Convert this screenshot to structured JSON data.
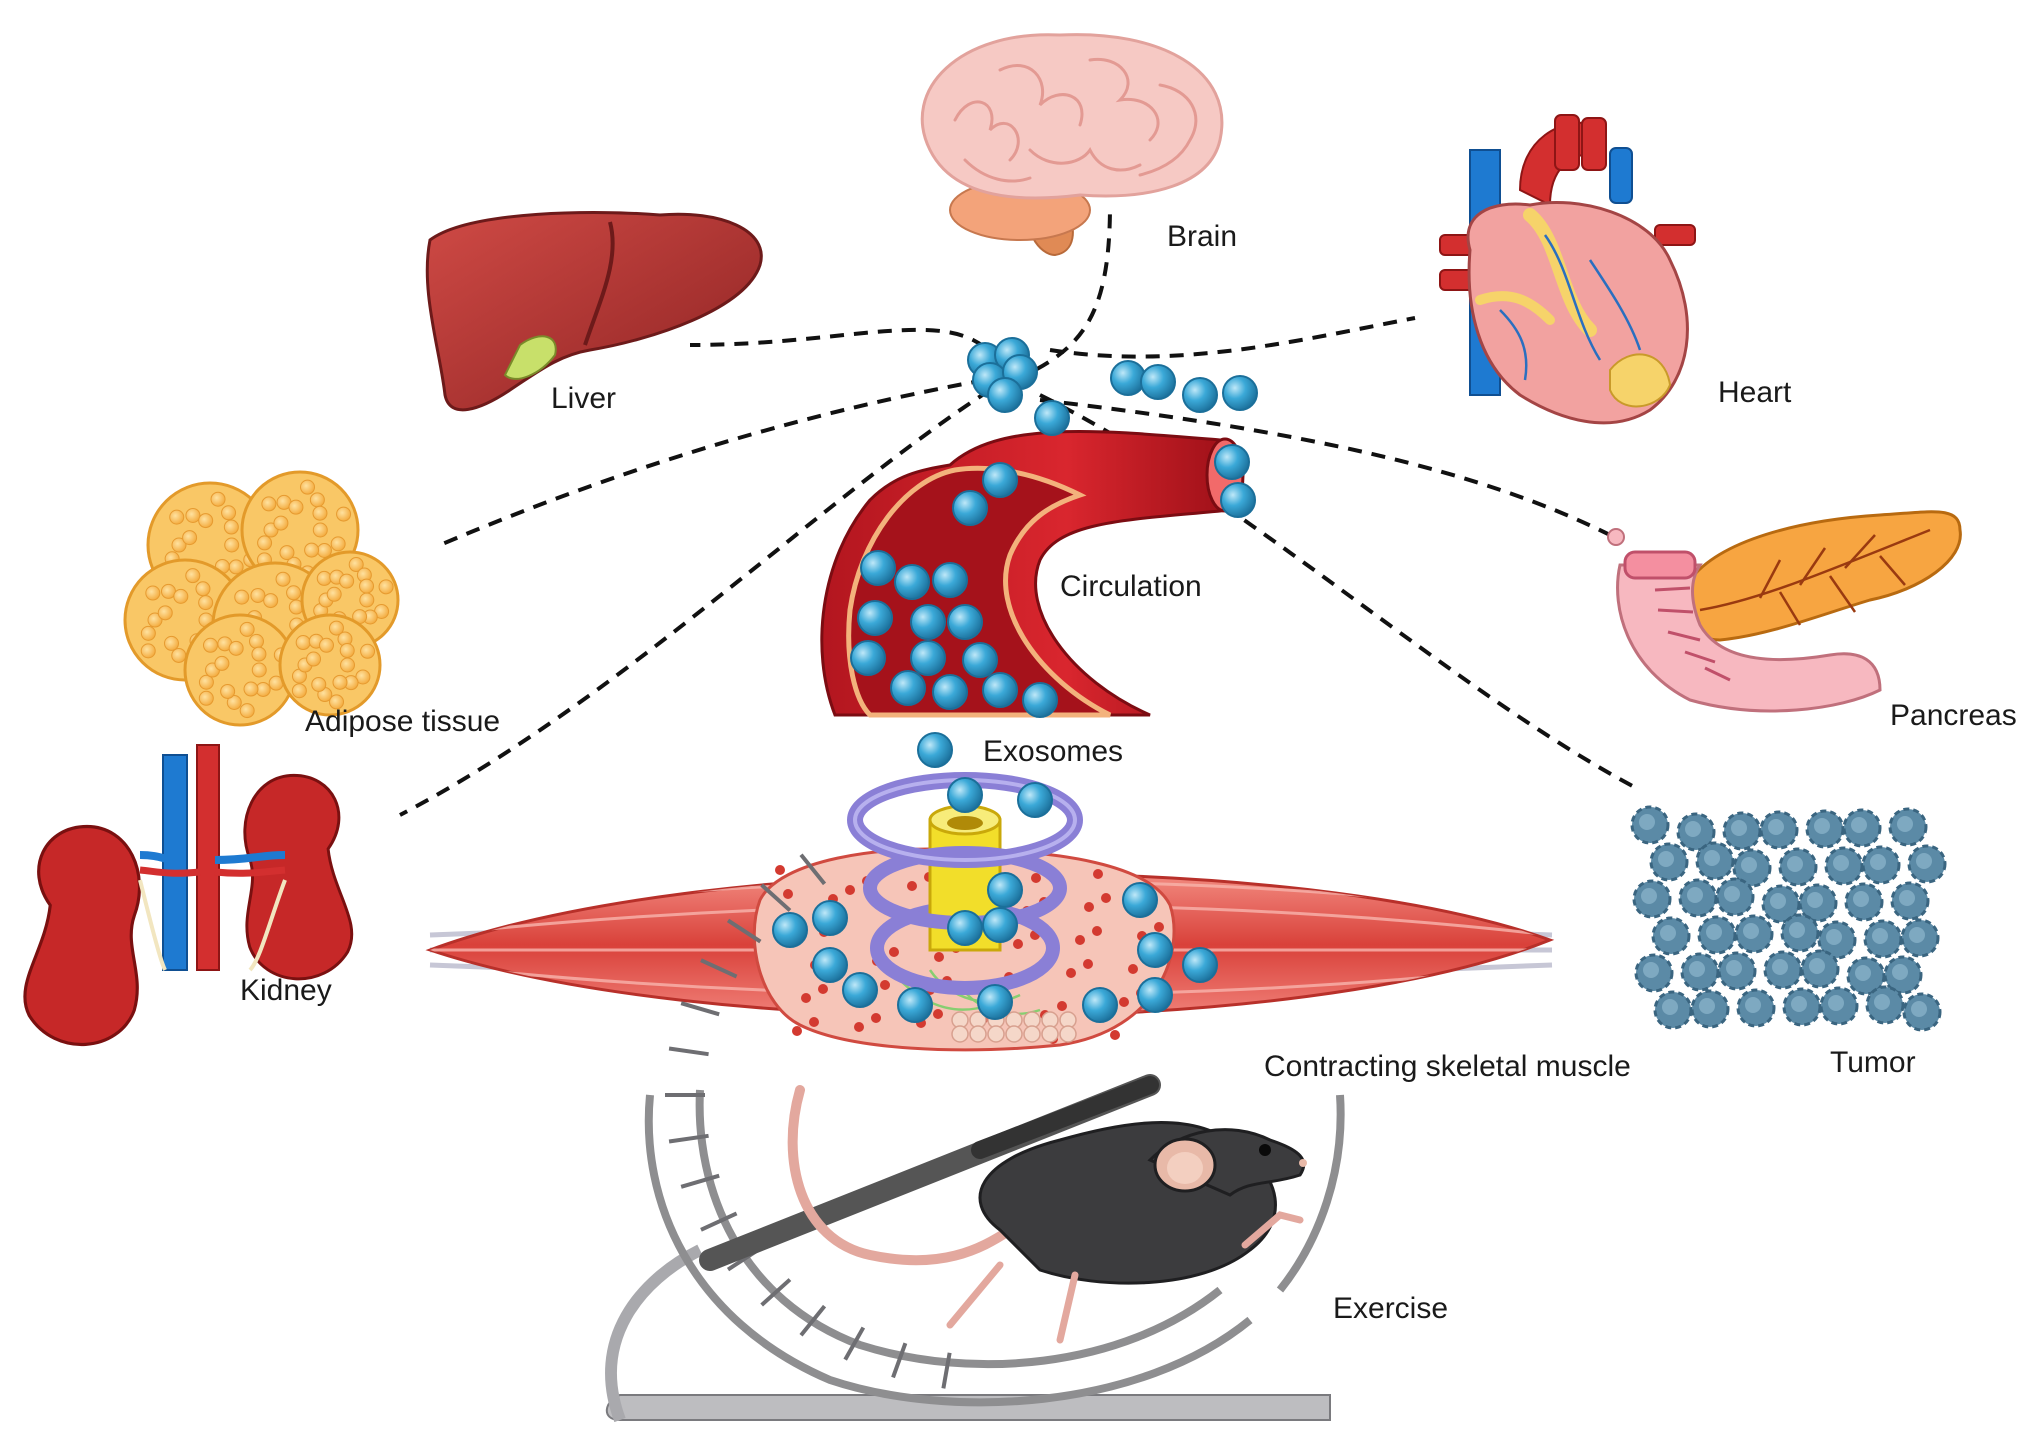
{
  "labels": {
    "brain": "Brain",
    "heart": "Heart",
    "liver": "Liver",
    "adipose": "Adipose tissue",
    "circulation": "Circulation",
    "pancreas": "Pancreas",
    "exosomes": "Exosomes",
    "kidney": "Kidney",
    "tumor": "Tumor",
    "muscle": "Contracting skeletal muscle",
    "exercise": "Exercise"
  },
  "colors": {
    "exosome": "#3ba9d8",
    "exosome_dark": "#1b6f9a",
    "vessel_red": "#c8202a",
    "vessel_light": "#ef5350",
    "liver": "#b33a3a",
    "adipose": "#f7b84a",
    "brain": "#f6c9c4",
    "heart": "#f2a2a0",
    "pancreas": "#f7a541",
    "kidney": "#c62828",
    "artery": "#d32f2f",
    "vein": "#1e7ad1",
    "tumor": "#5b8aa6",
    "muscle": "#e0504a",
    "ring_purple": "#8a7fd6",
    "ring_yellow": "#f2de2a",
    "mouse": "#3c3c3e",
    "wheel": "#8e8e90",
    "dashed_line": "#111111"
  },
  "icons": [
    "brain-icon",
    "heart-icon",
    "liver-icon",
    "adipose-tissue-icon",
    "blood-vessel-icon",
    "pancreas-icon",
    "kidney-icon",
    "tumor-icon",
    "skeletal-muscle-icon",
    "mouse-on-wheel-icon",
    "exosome-icon"
  ]
}
